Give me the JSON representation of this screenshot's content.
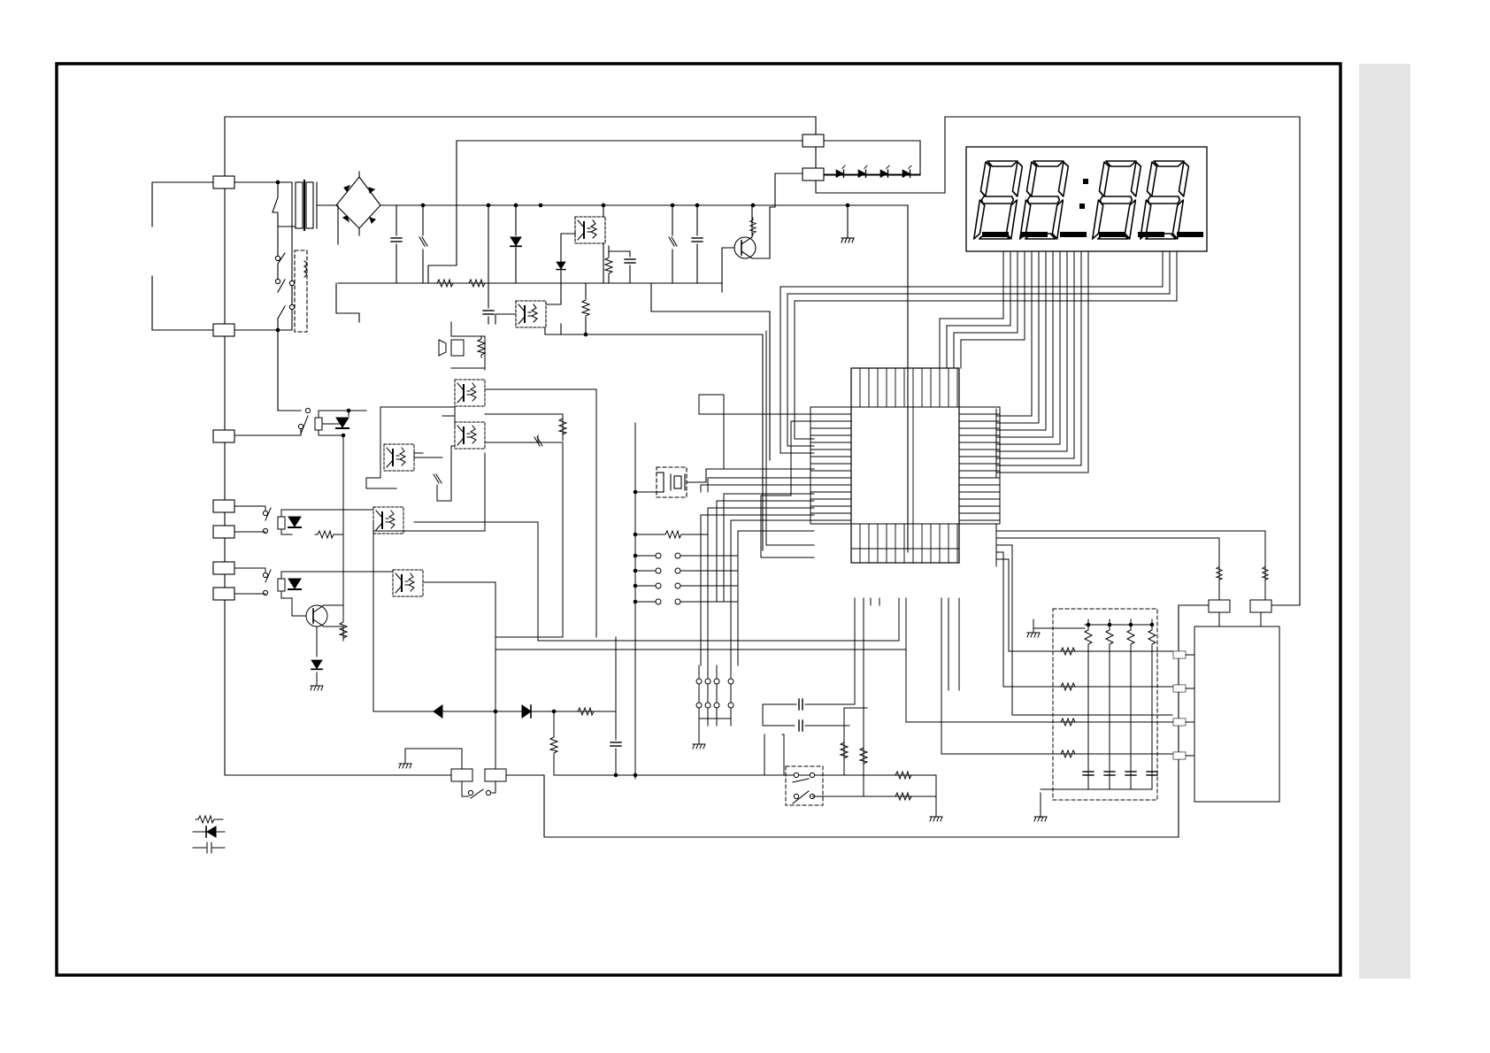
{
  "display": {
    "digits": [
      "8",
      "8",
      "8",
      "8"
    ],
    "colon": ":",
    "indicator_bars": 6
  },
  "colors": {
    "ink": "#000000",
    "paper": "#ffffff",
    "side_strip": "#e3e3e3"
  },
  "icons": [
    "resistor-symbol",
    "diode-symbol",
    "capacitor-symbol",
    "zener-diode-symbol",
    "led-symbol",
    "transistor-symbol",
    "photocoupler-symbol",
    "relay-contact-symbol",
    "transformer-symbol",
    "bridge-rectifier-symbol",
    "buzzer-symbol",
    "crystal-oscillator-symbol",
    "ground-symbol",
    "connector-symbol",
    "switch-symbol"
  ],
  "legend": {
    "items": [
      "resistor-symbol",
      "diode-symbol",
      "capacitor-symbol"
    ]
  }
}
